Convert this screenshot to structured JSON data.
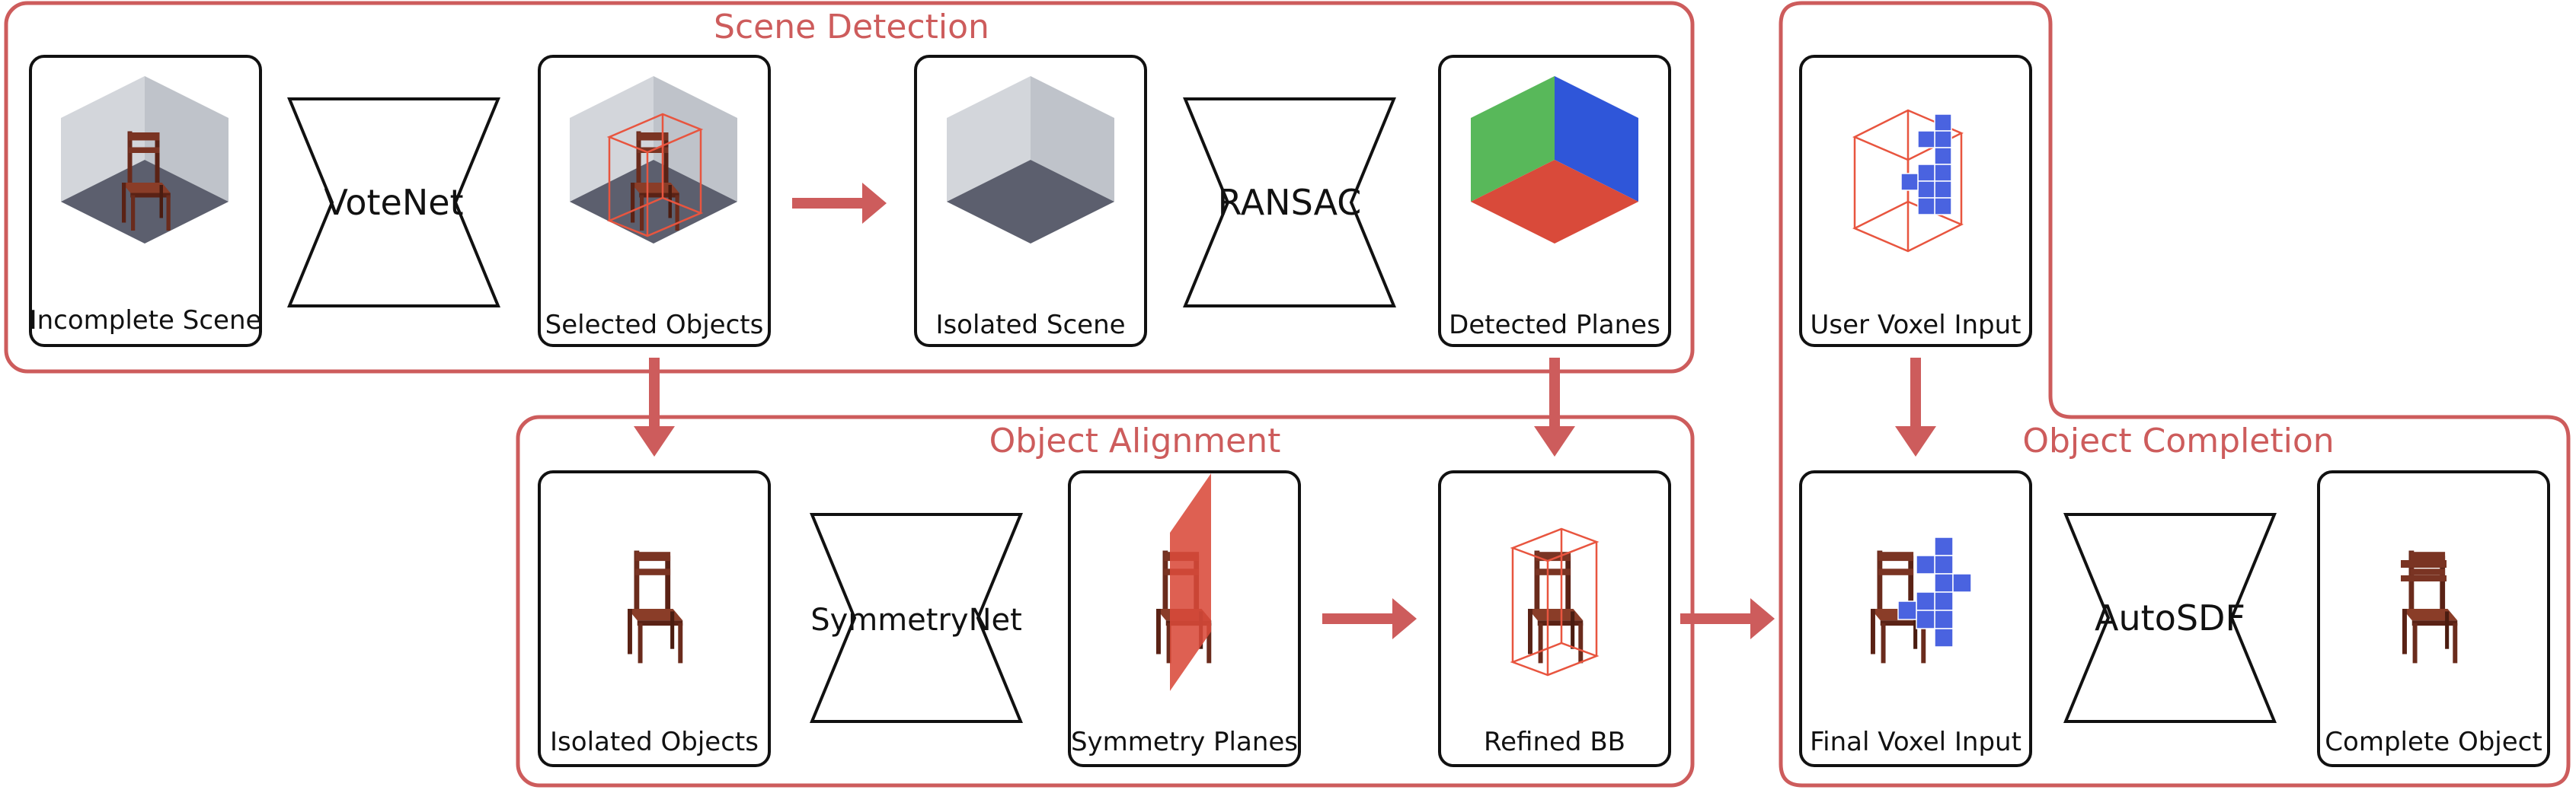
{
  "colors": {
    "accent": "#cd5c5c",
    "plane_red": "#d94a3a",
    "plane_green": "#58b85a",
    "plane_blue": "#2f56d9",
    "wall": "#c4c8cf",
    "floor": "#5c5f6e",
    "chair": "#6a2b1c",
    "voxel": "#4a63e0"
  },
  "groups": {
    "scene_detection": "Scene Detection",
    "object_alignment": "Object Alignment",
    "object_completion": "Object Completion"
  },
  "networks": {
    "votenet": "VoteNet",
    "ransac": "RANSAC",
    "symmetrynet": "SymmetryNet",
    "autosdf": "AutoSDF"
  },
  "cards": {
    "incomplete_scene": "Incomplete Scene",
    "selected_objects": "Selected Objects",
    "isolated_scene": "Isolated Scene",
    "detected_planes": "Detected Planes",
    "user_voxel_input": "User Voxel Input",
    "isolated_objects": "Isolated Objects",
    "symmetry_planes": "Symmetry Planes",
    "refined_bb": "Refined BB",
    "final_voxel_input": "Final Voxel Input",
    "complete_object": "Complete Object"
  }
}
